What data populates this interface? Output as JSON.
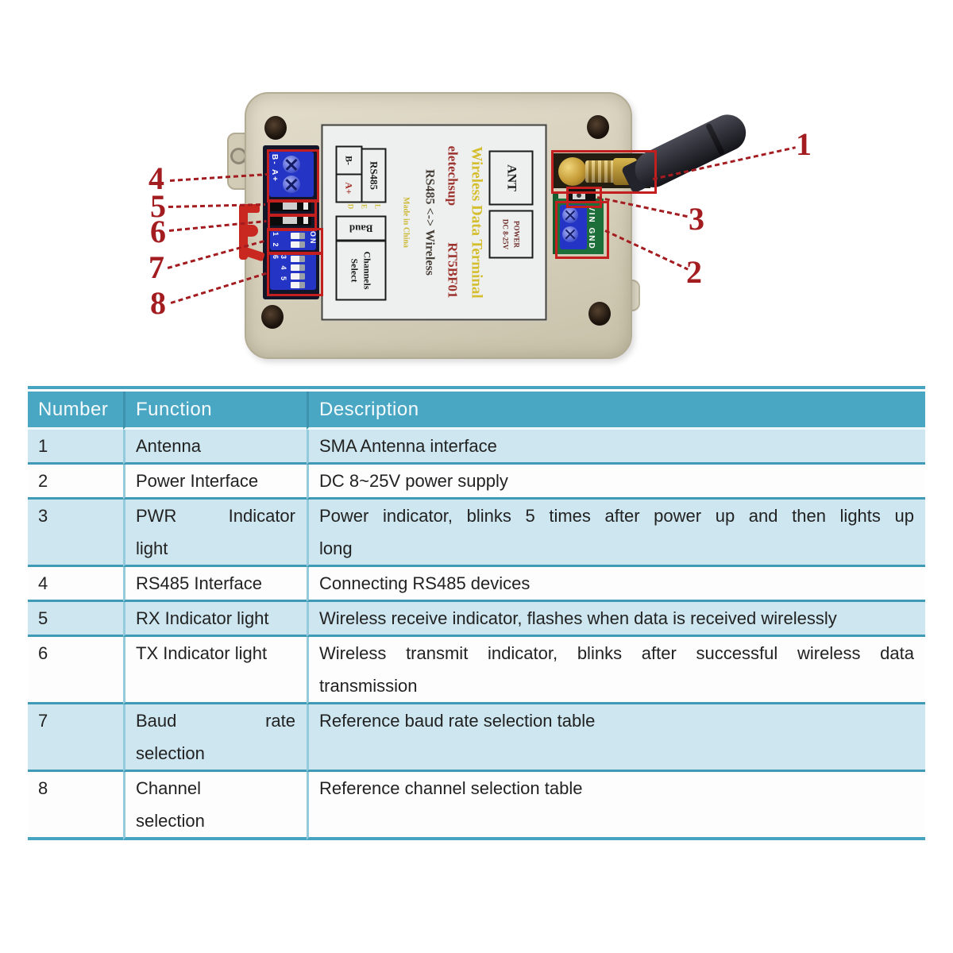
{
  "device": {
    "label": {
      "title": "Wireless Data Terminal",
      "brand": "eletechsup",
      "model": "RT5BF01",
      "subtitle": "RS485 <-> Wireless",
      "origin": "Made in China",
      "ant": "ANT",
      "power": "POWER\nDC 8-25V",
      "rs485": "RS485",
      "b_minus": "B-",
      "a_plus": "A+",
      "led": "L\nE\nD",
      "baud": "Baud",
      "channels": "Channels\nSelect"
    },
    "board": {
      "rs485_pins": "B- A+",
      "power_pins": "VIN GND",
      "dip_on": "ON",
      "dip_baud_numbers": "1 2",
      "dip_channel_numbers": "3 4 5 6"
    }
  },
  "callouts": [
    "1",
    "2",
    "3",
    "4",
    "5",
    "6",
    "7",
    "8"
  ],
  "table": {
    "columns": [
      "Number",
      "Function",
      "Description"
    ],
    "rows": [
      {
        "number": "1",
        "function": "Antenna",
        "description": "SMA Antenna interface"
      },
      {
        "number": "2",
        "function": "Power Interface",
        "description": "DC 8~25V power supply"
      },
      {
        "number": "3",
        "function": "PWR Indicator\nlight",
        "description": "Power indicator, blinks 5 times after power up and then lights up\nlong"
      },
      {
        "number": "4",
        "function": "RS485 Interface",
        "description": "Connecting RS485 devices"
      },
      {
        "number": "5",
        "function": "RX Indicator light",
        "description": "Wireless receive indicator, flashes when data is received wirelessly"
      },
      {
        "number": "6",
        "function": "TX Indicator light",
        "description": "Wireless transmit indicator, blinks after successful wireless data\ntransmission"
      },
      {
        "number": "7",
        "function": "Baud rate\nselection",
        "description": "Reference baud rate selection table"
      },
      {
        "number": "8",
        "function": "Channel\nselection",
        "description": "Reference channel selection table"
      }
    ]
  },
  "colors": {
    "accent_red": "#a31c20",
    "highlight_box_red": "#c41f1f",
    "header_teal": "#4aa7c3",
    "row_blue": "#cde6ef",
    "separator_teal": "#3f9ab6",
    "case_beige": "#d6cfba"
  }
}
